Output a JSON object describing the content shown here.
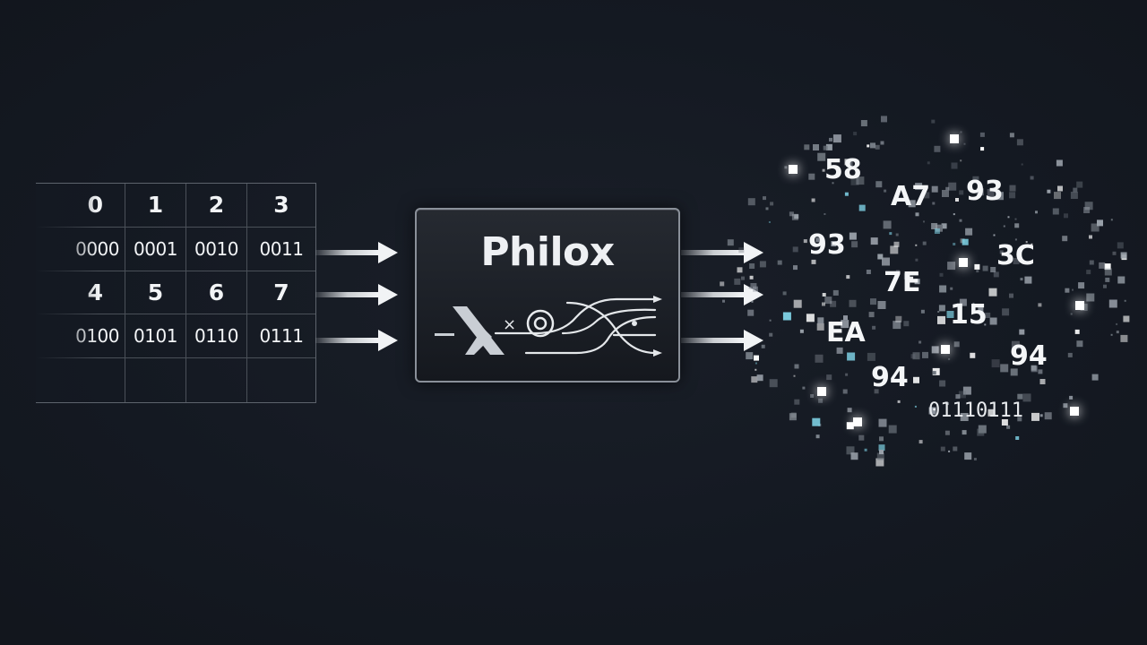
{
  "input_grid": {
    "rows": [
      {
        "type": "counter",
        "cells": [
          "0",
          "1",
          "2",
          "3"
        ]
      },
      {
        "type": "bits",
        "cells": [
          "0000",
          "0001",
          "0010",
          "0011"
        ]
      },
      {
        "type": "counter",
        "cells": [
          "4",
          "5",
          "6",
          "7"
        ]
      },
      {
        "type": "bits",
        "cells": [
          "0100",
          "0101",
          "0110",
          "0111"
        ]
      },
      {
        "type": "empty",
        "cells": [
          "",
          "",
          "",
          ""
        ]
      }
    ]
  },
  "philox_box": {
    "title": "Philox",
    "operator": "×"
  },
  "output": {
    "hex_values": [
      "58",
      "A7",
      "93",
      "93",
      "3C",
      "7E",
      "15",
      "EA",
      "94",
      "94"
    ],
    "bitstring": "01110111"
  },
  "colors": {
    "background": "#141922",
    "arrow": "#e9ecef",
    "accent_cyan": "#7fd3e6"
  }
}
